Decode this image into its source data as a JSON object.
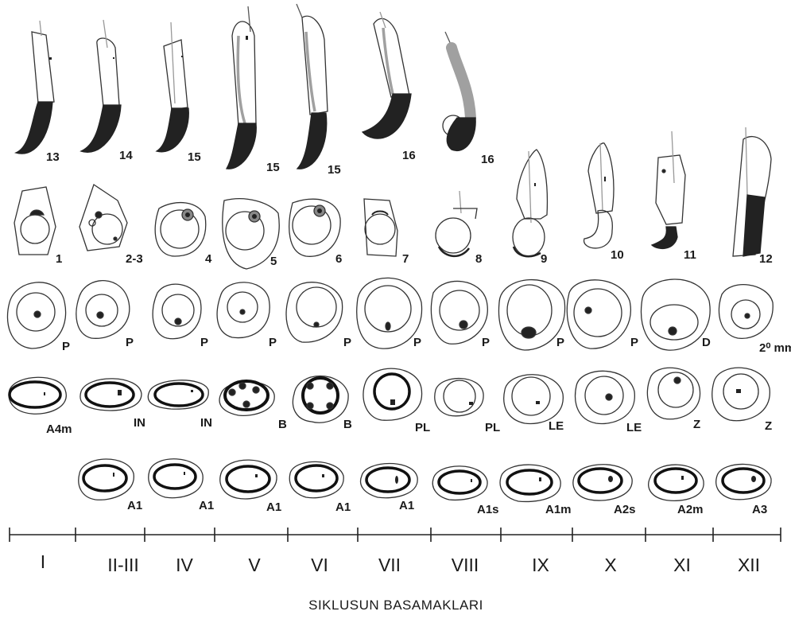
{
  "title": "SIKLUSUN BASAMAKLARI",
  "scale_label": "2⁰ mm",
  "colors": {
    "ink": "#1a1a1a",
    "outline": "#333333",
    "dark": "#222222",
    "gray_stripe": "#a0a0a0",
    "gray_fill": "#888888"
  },
  "row1": [
    "13",
    "14",
    "15",
    "15",
    "15",
    "16",
    "16"
  ],
  "row2": [
    "1",
    "2-3",
    "4",
    "5",
    "6",
    "7",
    "8",
    "9",
    "10",
    "11",
    "12"
  ],
  "row3": [
    "P",
    "P",
    "P",
    "P",
    "P",
    "P",
    "P",
    "P",
    "P",
    "D",
    ""
  ],
  "row4": [
    "A4m",
    "IN",
    "IN",
    "B",
    "B",
    "PL",
    "PL",
    "LE",
    "LE",
    "Z",
    "Z"
  ],
  "row5": [
    "A1",
    "A1",
    "A1",
    "A1",
    "A1",
    "A1s",
    "A1m",
    "A2s",
    "A2m",
    "A3"
  ],
  "stages": [
    "I",
    "II-III",
    "IV",
    "V",
    "VI",
    "VII",
    "VIII",
    "IX",
    "X",
    "XI",
    "XII"
  ]
}
